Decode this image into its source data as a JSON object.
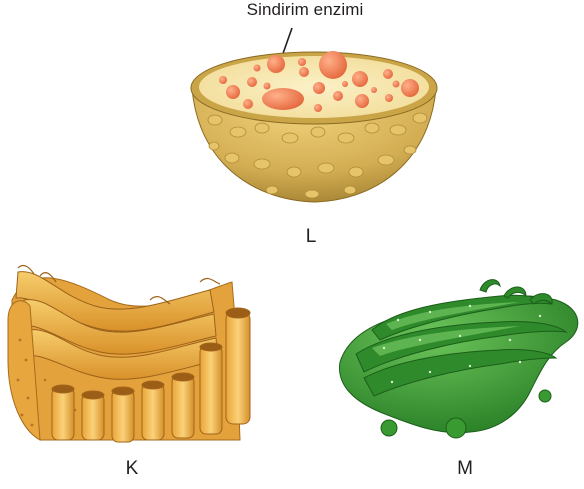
{
  "labels": {
    "enzyme": "Sindirim enzimi",
    "L": "L",
    "K": "K",
    "M": "M"
  },
  "organelles": [
    {
      "letter": "L",
      "icon": "lysosome-icon",
      "color": "#d9b45a"
    },
    {
      "letter": "K",
      "icon": "endoplasmic-reticulum-icon",
      "color": "#e9ad3e"
    },
    {
      "letter": "M",
      "icon": "golgi-apparatus-icon",
      "color": "#2f8d2c"
    }
  ],
  "colors": {
    "enzyme_fill": "#ef8a5e",
    "lysosome_wall": "#cda94c",
    "er_fill": "#f0b94a",
    "golgi_fill": "#3a9a32"
  }
}
